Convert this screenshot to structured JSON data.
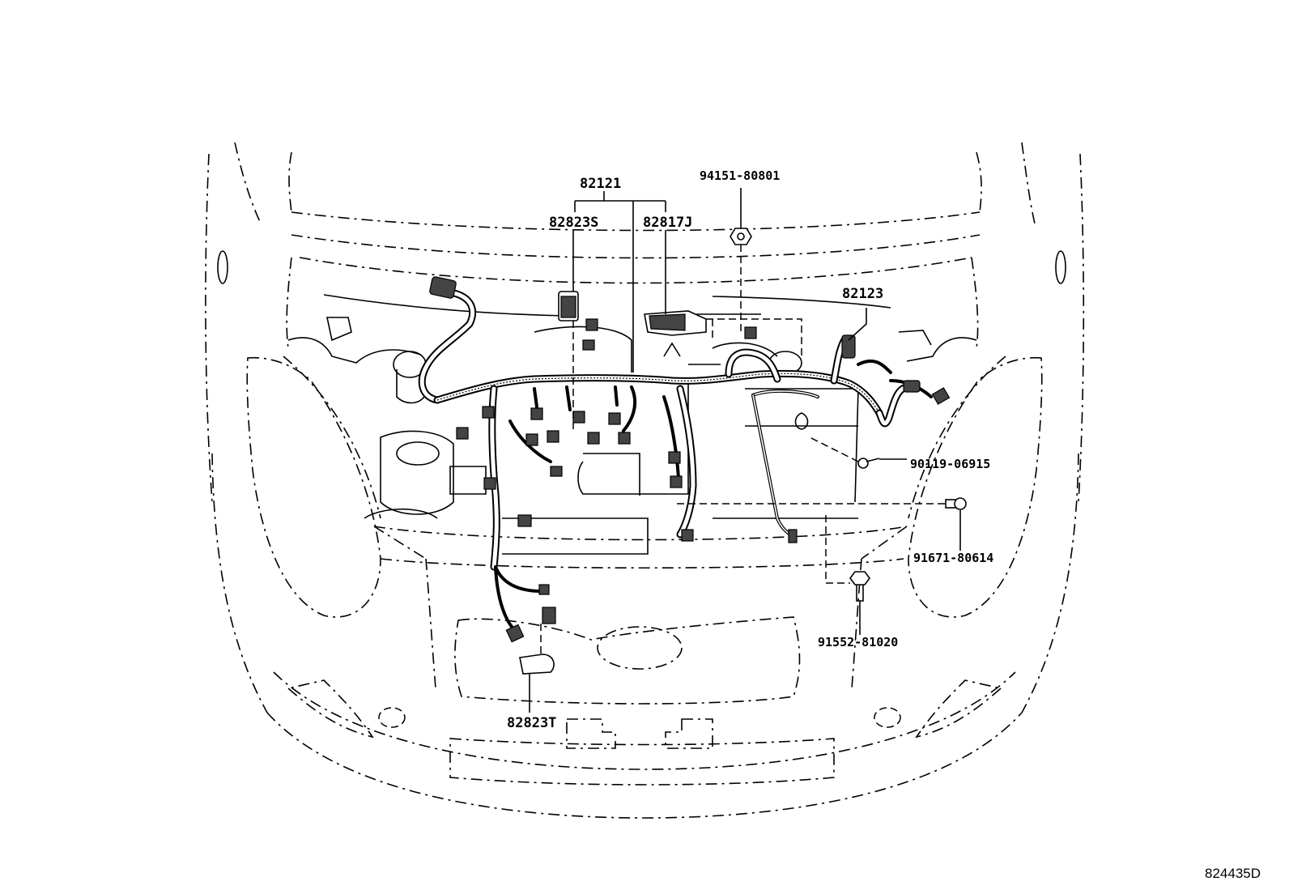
{
  "callouts": {
    "harness_main": "82121",
    "sub_left": "82823S",
    "sub_right": "82817J",
    "nut": "94151-80801",
    "harness_right": "82123",
    "bolt_1": "90119-06915",
    "bolt_2": "91671-80614",
    "bolt_3": "91552-81020",
    "connector_bottom": "82823T"
  },
  "illustration_code": "824435D"
}
